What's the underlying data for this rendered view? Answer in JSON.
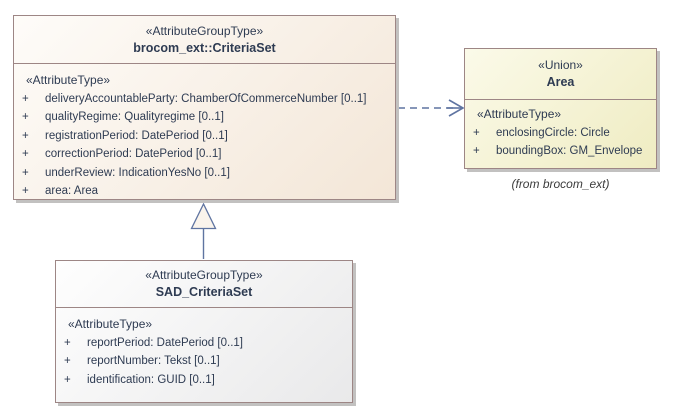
{
  "boxes": {
    "criteriaSet": {
      "stereotype": "«AttributeGroupType»",
      "name": "brocom_ext::CriteriaSet",
      "attrHeading": "«AttributeType»",
      "attributes": [
        {
          "vis": "+",
          "text": "deliveryAccountableParty: ChamberOfCommerceNumber [0..1]"
        },
        {
          "vis": "+",
          "text": "qualityRegime: Qualityregime [0..1]"
        },
        {
          "vis": "+",
          "text": "registrationPeriod: DatePeriod [0..1]"
        },
        {
          "vis": "+",
          "text": "correctionPeriod: DatePeriod [0..1]"
        },
        {
          "vis": "+",
          "text": "underReview: IndicationYesNo [0..1]"
        },
        {
          "vis": "+",
          "text": "area: Area"
        }
      ]
    },
    "area": {
      "stereotype": "«Union»",
      "name": "Area",
      "attrHeading": "«AttributeType»",
      "attributes": [
        {
          "vis": "+",
          "text": "enclosingCircle: Circle"
        },
        {
          "vis": "+",
          "text": "boundingBox: GM_Envelope"
        }
      ],
      "origin": "(from brocom_ext)"
    },
    "sadCriteriaSet": {
      "stereotype": "«AttributeGroupType»",
      "name": "SAD_CriteriaSet",
      "attrHeading": "«AttributeType»",
      "attributes": [
        {
          "vis": "+",
          "text": "reportPeriod: DatePeriod [0..1]"
        },
        {
          "vis": "+",
          "text": "reportNumber: Tekst [0..1]"
        },
        {
          "vis": "+",
          "text": "identification: GUID [0..1]"
        }
      ]
    }
  },
  "connectors": {
    "dependency": {
      "type": "dependency",
      "from": "brocom_ext::CriteriaSet",
      "to": "Area",
      "style": "dashed-open-arrow"
    },
    "generalization": {
      "type": "generalization",
      "from": "SAD_CriteriaSet",
      "to": "brocom_ext::CriteriaSet",
      "style": "solid-hollow-triangle"
    }
  },
  "colors": {
    "criteria_fill_top": "#fefcf9",
    "criteria_fill_bottom": "#f3e6d7",
    "area_fill_top": "#fbfae9",
    "area_fill_bottom": "#efecc2",
    "sad_fill_top": "#fefefe",
    "sad_fill_bottom": "#e9e9ea",
    "border": "#9d8685",
    "shadow": "#c2c1c0",
    "connector": "#5f74a1",
    "text": "#2e3b52",
    "note_text": "#3c3c3c",
    "canvas_bg": "#ffffff"
  }
}
